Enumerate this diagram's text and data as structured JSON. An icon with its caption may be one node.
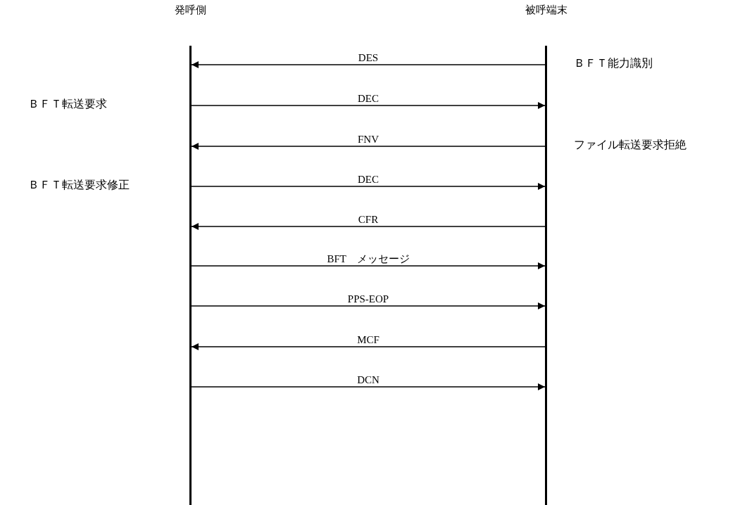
{
  "diagram": {
    "nodes": [
      {
        "text": [
          "発呼側"
        ]
      },
      {
        "text": [
          "被呼端末"
        ]
      }
    ],
    "edges": [
      {
        "from": 1,
        "to": 0,
        "arrow": "to",
        "label": "DES"
      },
      {
        "from": 0,
        "to": 1,
        "arrow": "to",
        "label": "DEC"
      },
      {
        "from": 1,
        "to": 0,
        "arrow": "to",
        "label": "FNV"
      },
      {
        "from": 0,
        "to": 1,
        "arrow": "to",
        "label": "DEC"
      },
      {
        "from": 1,
        "to": 0,
        "arrow": "to",
        "label": "CFR"
      },
      {
        "from": 0,
        "to": 1,
        "arrow": "to",
        "label": "BFT　メッセージ"
      },
      {
        "from": 0,
        "to": 1,
        "arrow": "to",
        "label": "PPS-EOP"
      },
      {
        "from": 1,
        "to": 0,
        "arrow": "to",
        "label": "MCF"
      },
      {
        "from": 0,
        "to": 1,
        "arrow": "to",
        "label": "DCN"
      }
    ],
    "labels": [
      "ＢＦＴ能力識別",
      "ＢＦＴ転送要求",
      "ファイル転送要求拒絶",
      "ＢＦＴ転送要求修正"
    ]
  }
}
